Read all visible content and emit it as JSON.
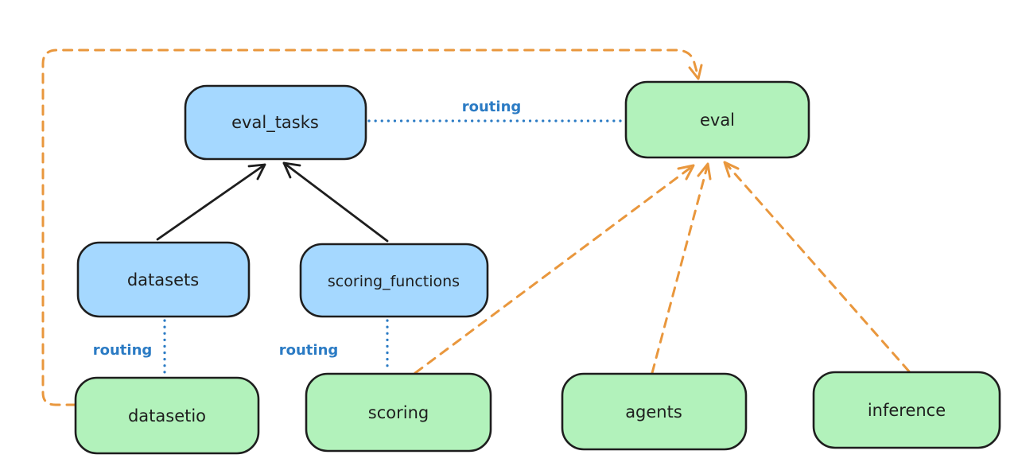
{
  "diagram": {
    "type": "architecture-routing-diagram",
    "colors": {
      "node_blue": "#a5d8ff",
      "node_green": "#b2f2bb",
      "node_stroke": "#1e1e1e",
      "routing_blue": "#2b7bc4",
      "arrow_orange": "#e9973d",
      "arrow_black": "#1e1e1e",
      "background": "#ffffff"
    },
    "nodes": {
      "eval_tasks": {
        "label": "eval_tasks",
        "color": "blue"
      },
      "eval": {
        "label": "eval",
        "color": "green"
      },
      "datasets": {
        "label": "datasets",
        "color": "blue"
      },
      "scoring_functions": {
        "label": "scoring_functions",
        "color": "blue"
      },
      "datasetio": {
        "label": "datasetio",
        "color": "green"
      },
      "scoring": {
        "label": "scoring",
        "color": "green"
      },
      "agents": {
        "label": "agents",
        "color": "green"
      },
      "inference": {
        "label": "inference",
        "color": "green"
      }
    },
    "edges": [
      {
        "from": "datasets",
        "to": "eval_tasks",
        "style": "solid-black-arrow",
        "label": ""
      },
      {
        "from": "scoring_functions",
        "to": "eval_tasks",
        "style": "solid-black-arrow",
        "label": ""
      },
      {
        "from": "eval_tasks",
        "to": "eval",
        "style": "dotted-blue",
        "label": "routing"
      },
      {
        "from": "datasets",
        "to": "datasetio",
        "style": "dotted-blue",
        "label": "routing"
      },
      {
        "from": "scoring_functions",
        "to": "scoring",
        "style": "dotted-blue",
        "label": "routing"
      },
      {
        "from": "scoring",
        "to": "eval",
        "style": "dashed-orange-arrow",
        "label": ""
      },
      {
        "from": "agents",
        "to": "eval",
        "style": "dashed-orange-arrow",
        "label": ""
      },
      {
        "from": "inference",
        "to": "eval",
        "style": "dashed-orange-arrow",
        "label": ""
      },
      {
        "from": "datasetio",
        "to": "eval",
        "style": "dashed-orange-arrow-loop",
        "label": ""
      }
    ]
  }
}
